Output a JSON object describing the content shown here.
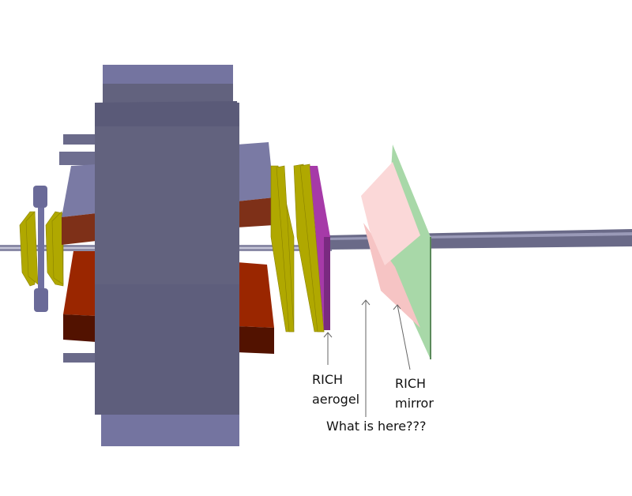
{
  "labels": {
    "aerogel": {
      "line1": "RICH",
      "line2": "aerogel"
    },
    "mirror": {
      "line1": "RICH",
      "line2": "mirror"
    },
    "question": "What is here???"
  },
  "colors": {
    "magnet": "#5c5c7a",
    "magnet_light": "#7777a0",
    "calorimeter": "#9a2600",
    "calorimeter_dark": "#521200",
    "tracker": "#b0a800",
    "aerogel": "#a63aa8",
    "mirror_green": "#a8d8a8",
    "mirror_pink": "#f6c4c4",
    "beampipe": "#6a6a88"
  }
}
